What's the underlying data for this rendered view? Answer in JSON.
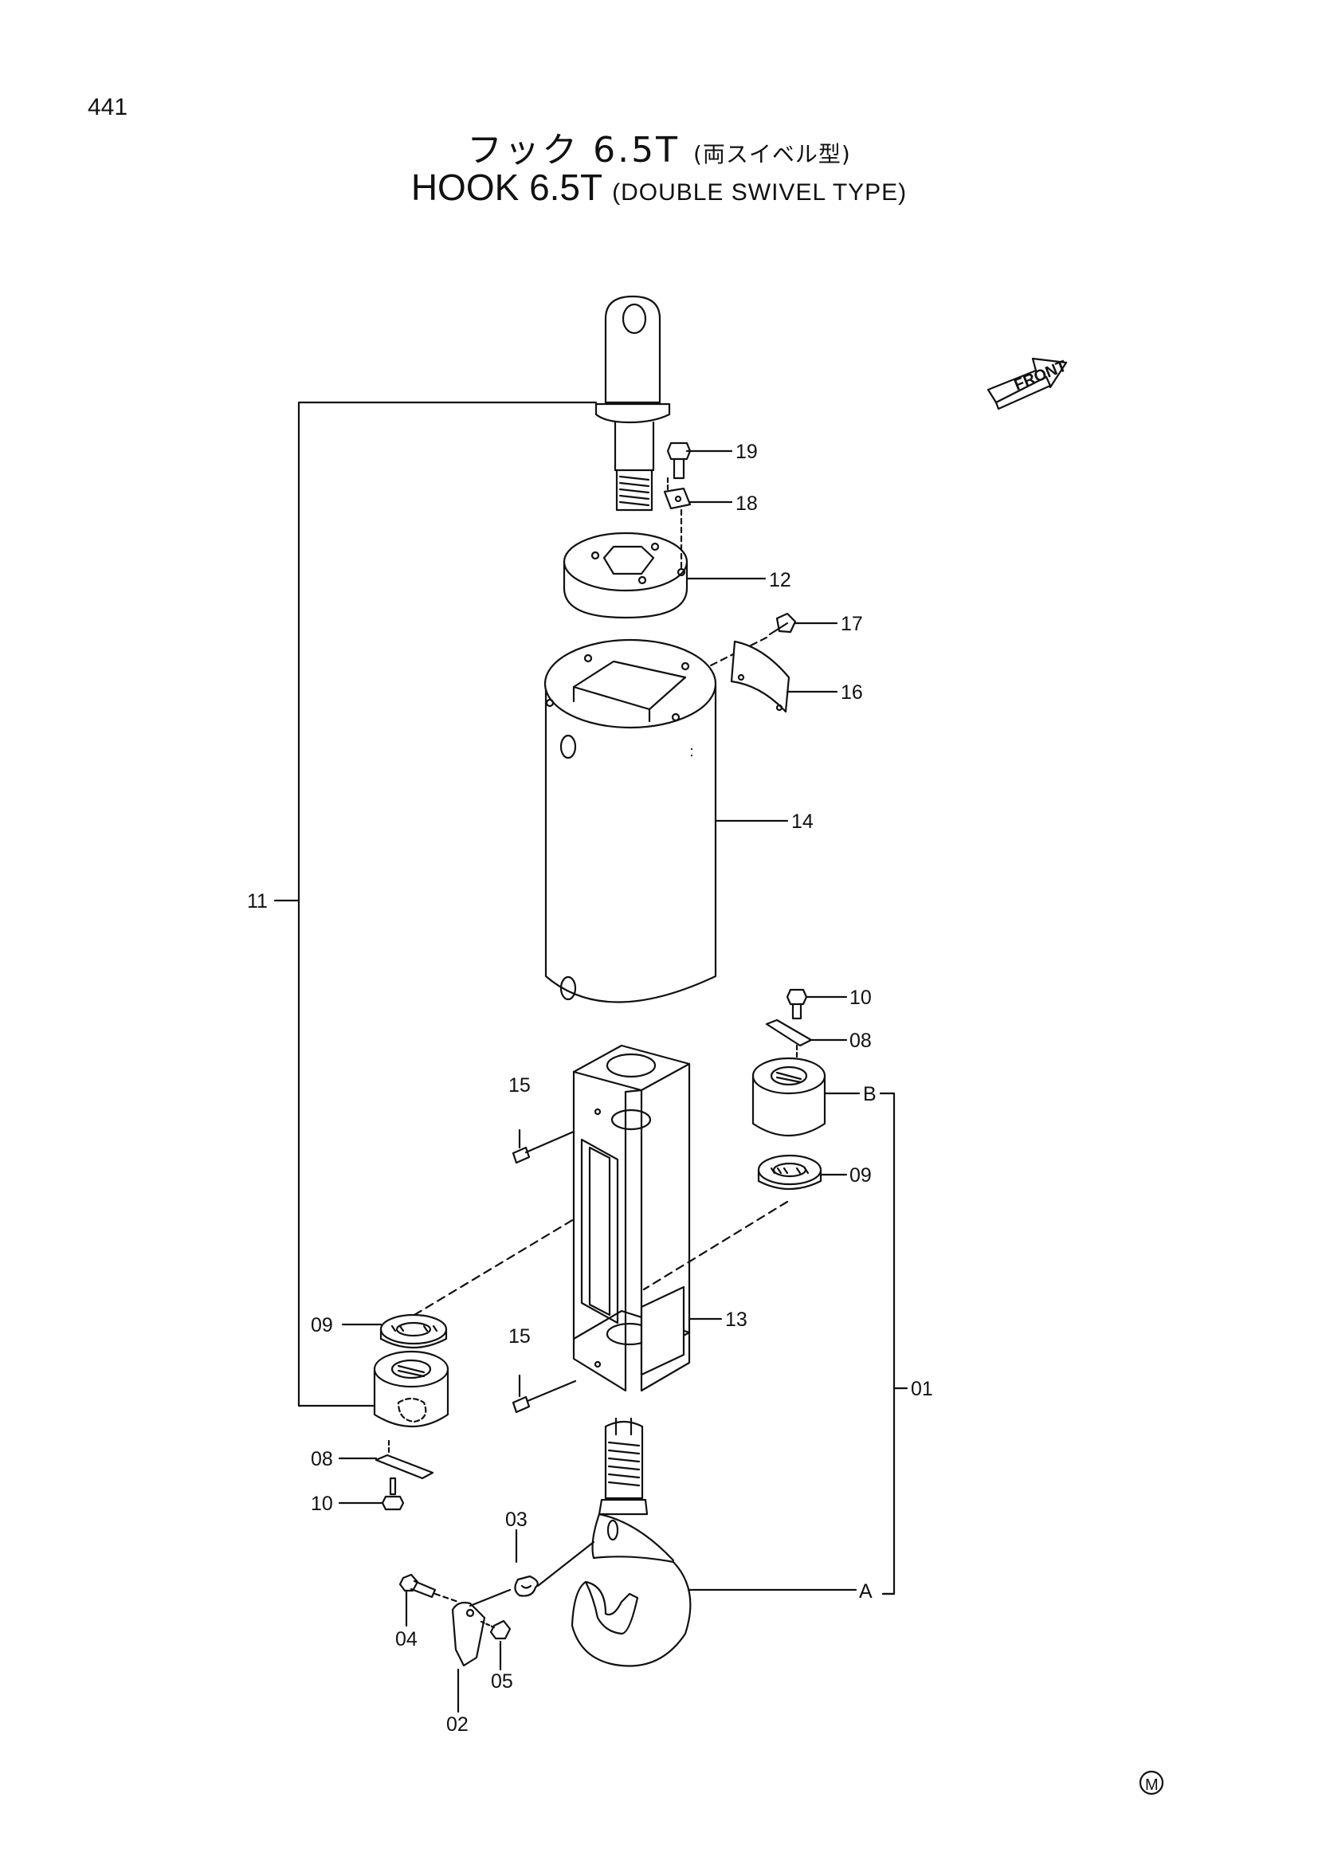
{
  "page_number": "441",
  "title": {
    "jp_main": "フック 6.5T",
    "jp_sub": "(両スイベル型)",
    "en_main": "HOOK 6.5T",
    "en_sub": "(DOUBLE SWIVEL TYPE)"
  },
  "front_label": "FRONT",
  "mark": "M",
  "callouts": {
    "c19": "19",
    "c18": "18",
    "c12": "12",
    "c17": "17",
    "c16": "16",
    "c14": "14",
    "c11": "11",
    "c10a": "10",
    "c08a": "08",
    "cB": "B",
    "c09a": "09",
    "c15a": "15",
    "c13": "13",
    "c09b": "09",
    "c15b": "15",
    "c01": "01",
    "c08b": "08",
    "c10b": "10",
    "c03": "03",
    "cA": "A",
    "c04": "04",
    "c05": "05",
    "c02": "02"
  }
}
